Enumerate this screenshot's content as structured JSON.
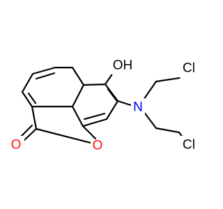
{
  "molecule": {
    "colors": {
      "bond": "#000000",
      "oxygen": "#ff0d0d",
      "nitrogen": "#0000ff",
      "carbon": "#000000",
      "chlorine": "#000000",
      "hydroxyl": "#000000"
    },
    "atoms": {
      "hydroxyl_oh": "OH",
      "carbonyl_o": "O",
      "ring_o": "O",
      "amine_n": "N",
      "chlorine_1": "Cl",
      "chlorine_2": "Cl"
    }
  }
}
